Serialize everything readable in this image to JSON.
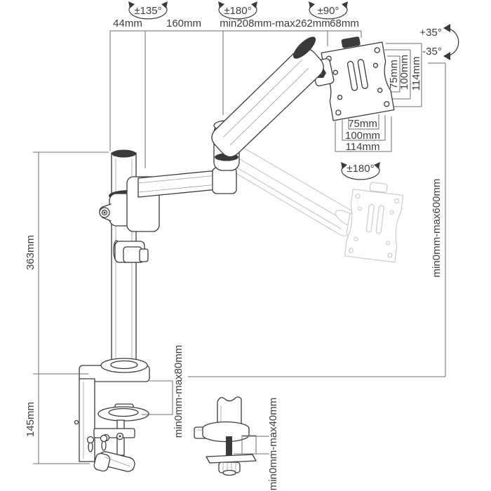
{
  "labels": {
    "rot_base": "±135°",
    "rot_elbow": "±180°",
    "rot_head": "±90°",
    "dim_offset": "44mm",
    "dim_ext_arm": "160mm",
    "dim_gas_arm": "min208mm-max262mm",
    "dim_head": "68mm",
    "tilt_up": "+35°",
    "tilt_down": "-35°",
    "vesa_v_75": "75mm",
    "vesa_v_100": "100mm",
    "vesa_v_114": "114mm",
    "vesa_h_75": "75mm",
    "vesa_h_100": "100mm",
    "vesa_h_114": "114mm",
    "rot_vesa": "±180°",
    "dim_height_range": "min0mm-max600mm",
    "dim_pole": "363mm",
    "dim_clamp_height": "145mm",
    "dim_clamp_range": "min0mm-max80mm",
    "dim_grommet_range": "min0mm-max40mm"
  },
  "colors": {
    "line": "#3a3a3a",
    "dimension": "#6e6e6e",
    "ghost": "#c6c6c6",
    "text": "#3d3d3d",
    "background": "#ffffff"
  }
}
